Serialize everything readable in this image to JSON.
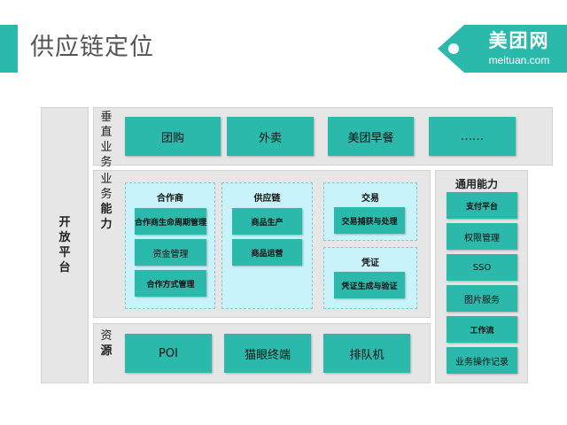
{
  "title": "供应链定位",
  "logo": {
    "cn": "美团网",
    "en": "meituan.com"
  },
  "colors": {
    "accent": "#2ab9ab",
    "panel": "#e6e6e6",
    "subpanel": "#c9f3fb"
  },
  "open_platform": {
    "label_lines": [
      "开",
      "放",
      "平",
      "台"
    ]
  },
  "vertical_business": {
    "label_lines": [
      "垂",
      "直",
      "业",
      "务"
    ],
    "items": [
      "团购",
      "外卖",
      "美团早餐",
      "……"
    ]
  },
  "business_capability": {
    "label_lines": [
      "业",
      "务",
      "能",
      "力"
    ],
    "partner": {
      "title": "合作商",
      "items": [
        "合作商生命周期管理",
        "资金管理",
        "合作方式管理"
      ]
    },
    "supply_chain": {
      "title": "供应链",
      "items": [
        "商品生产",
        "商品运营"
      ]
    },
    "trade": {
      "title": "交易",
      "items": [
        "交易捕获与处理"
      ]
    },
    "voucher": {
      "title": "凭证",
      "items": [
        "凭证生成与验证"
      ]
    }
  },
  "resources": {
    "label_lines": [
      "资",
      "源"
    ],
    "items": [
      "POI",
      "猫眼终端",
      "排队机"
    ]
  },
  "general_capability": {
    "title": "通用能力",
    "items": [
      "支付平台",
      "权限管理",
      "SSO",
      "图片服务",
      "工作流",
      "业务操作记录"
    ]
  }
}
